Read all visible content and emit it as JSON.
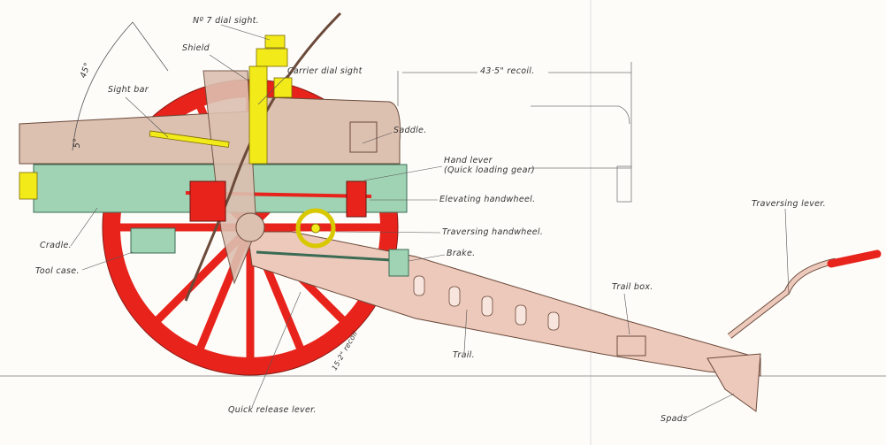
{
  "labels": {
    "dial_sight": "Nº 7 dial sight.",
    "shield": "Shield",
    "carrier_dial_sight": "Carrier dial sight",
    "recoil_long": "43·5\" recoil.",
    "angle_45": "45°",
    "sight_bar": "Sight bar",
    "angle_5": "5°",
    "saddle": "Saddle.",
    "hand_lever": "Hand lever",
    "hand_lever_note": "(Quick loading gear)",
    "elevating_handwheel": "Elevating handwheel.",
    "traversing_handwheel": "Traversing handwheel.",
    "cradle": "Cradle.",
    "tool_case": "Tool case.",
    "brake": "Brake.",
    "traversing_lever": "Traversing lever.",
    "trail_box": "Trail box.",
    "trail": "Trail.",
    "recoil_short": "15·2\" recoil",
    "quick_release_lever": "Quick release lever.",
    "spads": "Spads"
  },
  "colors": {
    "wheel": "#e8231c",
    "barrel": "#dcc0b0",
    "cradle": "#9fd3b4",
    "sights": "#f3ea1a",
    "trail": "#edc9bb",
    "line": "#555555"
  }
}
